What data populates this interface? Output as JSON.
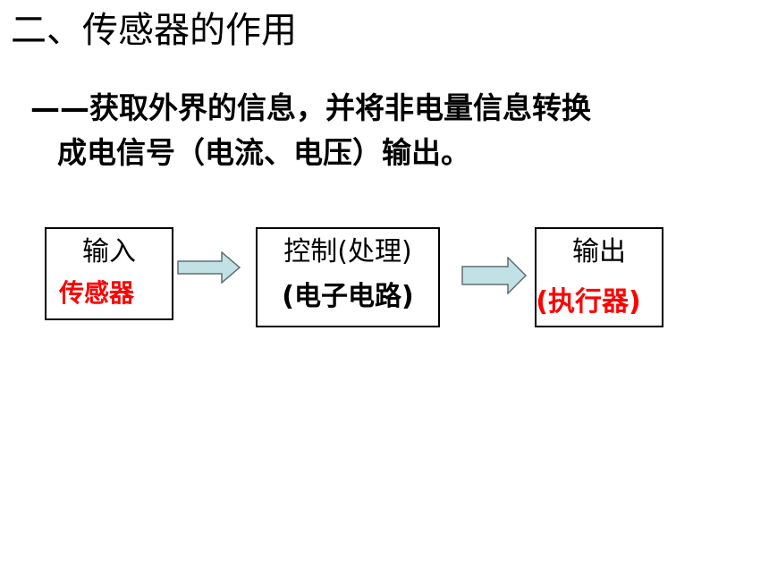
{
  "title": "二、传感器的作用",
  "definition": {
    "line1": "——获取外界的信息，并将非电量信息转换",
    "line2": "成电信号（电流、电压）输出。"
  },
  "flow": {
    "boxes": [
      {
        "label": "输入",
        "sublabel": "传感器"
      },
      {
        "label": "控制(处理)",
        "sublabel": "(电子电路)"
      },
      {
        "label": "输出",
        "sublabel": "(执行器)"
      }
    ]
  },
  "colors": {
    "highlight": "#ff0000",
    "arrow_fill": "#c2e1e4",
    "arrow_stroke": "#5f6f73",
    "border": "#000000"
  }
}
